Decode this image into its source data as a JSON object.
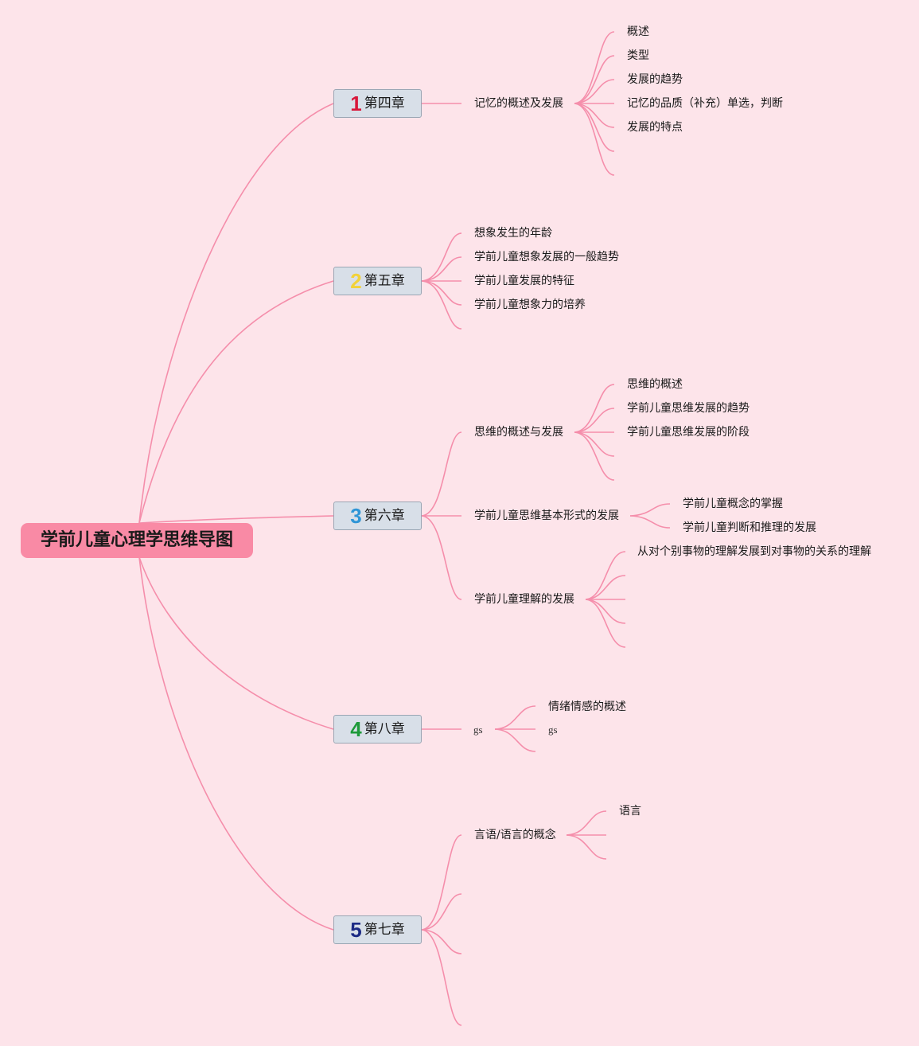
{
  "root": {
    "label": "学前儿童心理学思维导图"
  },
  "colors": {
    "background": "#fde4ea",
    "branch_line": "#f58eab",
    "root_fill": "#f98aa5",
    "chapter_fill": "#d8dfe8",
    "chapter_border": "#9aa6b4"
  },
  "chapters": [
    {
      "num": "1",
      "num_color": "#d8173a",
      "title": "第四章"
    },
    {
      "num": "2",
      "num_color": "#f2d23a",
      "title": "第五章"
    },
    {
      "num": "3",
      "num_color": "#2f95d6",
      "title": "第六章"
    },
    {
      "num": "4",
      "num_color": "#1e9a3a",
      "title": "第八章"
    },
    {
      "num": "5",
      "num_color": "#1c2a84",
      "title": "第七章"
    }
  ],
  "ch4": {
    "topic": "记忆的概述及发展",
    "items": [
      "概述",
      "类型",
      "发展的趋势",
      "记忆的品质（补充）单选，判断",
      "发展的特点"
    ]
  },
  "ch5": {
    "items": [
      "想象发生的年龄",
      "学前儿童想象发展的一般趋势",
      "学前儿童发展的特征",
      "学前儿童想象力的培养"
    ]
  },
  "ch6": {
    "topic1": "思维的概述与发展",
    "topic1_items": [
      "思维的概述",
      "学前儿童思维发展的趋势",
      "学前儿童思维发展的阶段"
    ],
    "topic2": "学前儿童思维基本形式的发展",
    "topic2_items": [
      "学前儿童概念的掌握",
      "学前儿童判断和推理的发展"
    ],
    "topic3": "学前儿童理解的发展",
    "topic3_items": [
      "从对个别事物的理解发展到对事物的关系的理解"
    ]
  },
  "ch8": {
    "topic": "gs",
    "items": [
      "情绪情感的概述",
      "gs"
    ]
  },
  "ch7": {
    "topic": "言语/语言的概念",
    "items": [
      "语言"
    ]
  }
}
